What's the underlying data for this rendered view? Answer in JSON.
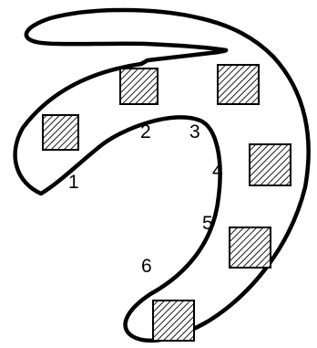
{
  "labels": [
    "1",
    "2",
    "3",
    "4",
    "5",
    "6"
  ],
  "colors": {
    "line": "#000000",
    "hatch": "#000000",
    "background": "#ffffff"
  }
}
